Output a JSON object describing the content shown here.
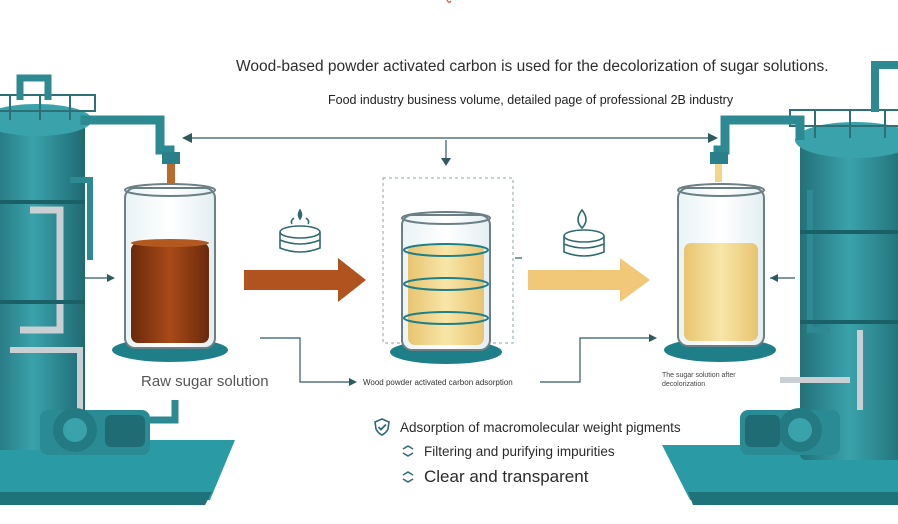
{
  "title": "Wood-based powder activated carbon is used for the decolorization of sugar solutions.",
  "subtitle": "Food industry business volume, detailed page of professional 2B industry",
  "stages": {
    "raw": {
      "label": "Raw sugar solution",
      "liquid_color": "#8a3a14"
    },
    "adsorption": {
      "label": "Wood powder activated carbon adsorption",
      "liquid_color": "#f1d38a"
    },
    "after": {
      "label": "The sugar solution after decolorization",
      "liquid_color": "#f3dc9a"
    }
  },
  "arrows": [
    {
      "color": "#b0531f"
    },
    {
      "color": "#f0c877"
    }
  ],
  "features": [
    {
      "icon": "check-shield-icon",
      "text": "Adsorption of macromolecular weight pigments"
    },
    {
      "icon": "layers-icon",
      "text": "Filtering and purifying impurities"
    },
    {
      "icon": "layers-icon",
      "text": "Clear and transparent"
    }
  ],
  "colors": {
    "equipment": "#2e8a92",
    "equipment_dark": "#1f6c74",
    "base": "#2a9aa5",
    "line": "#2f5a60"
  }
}
